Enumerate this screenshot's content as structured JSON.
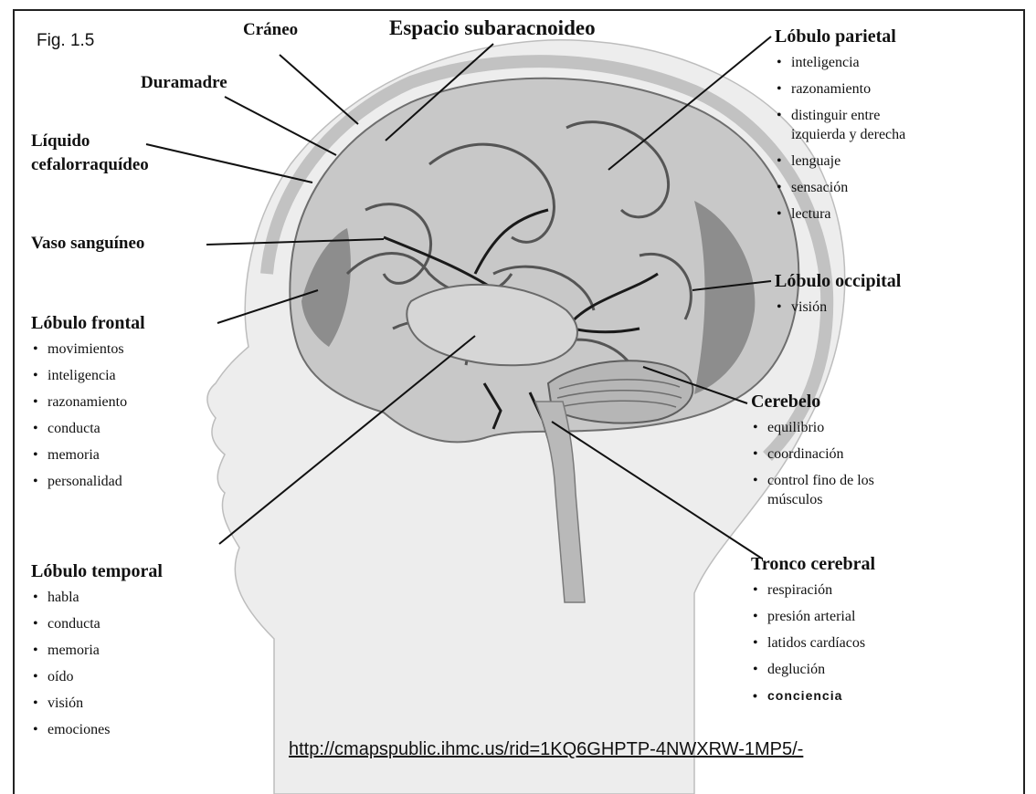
{
  "figure_label": "Fig. 1.5",
  "source_url": "http://cmapspublic.ihmc.us/rid=1KQ6GHPTP-4NWXRW-1MP5/-",
  "labels": {
    "craneo": "Cráneo",
    "espacio": "Espacio subaracnoideo",
    "duramadre": "Duramadre",
    "liquido": "Líquido\ncefalorraquídeo",
    "vaso": "Vaso sanguíneo"
  },
  "groups": {
    "parietal": {
      "title": "Lóbulo parietal",
      "items": [
        "inteligencia",
        "razonamiento",
        "distinguir entre\nizquierda y derecha",
        "lenguaje",
        "sensación",
        "lectura"
      ]
    },
    "occipital": {
      "title": "Lóbulo occipital",
      "items": [
        "visión"
      ]
    },
    "cerebelo": {
      "title": "Cerebelo",
      "items": [
        "equilibrio",
        "coordinación",
        "control fino de los\nmúsculos"
      ]
    },
    "tronco": {
      "title": "Tronco cerebral",
      "items": [
        "respiración",
        "presión arterial",
        "latidos cardíacos",
        "deglución",
        "conciencia"
      ]
    },
    "frontal": {
      "title": "Lóbulo frontal",
      "items": [
        "movimientos",
        "inteligencia",
        "razonamiento",
        "conducta",
        "memoria",
        "personalidad"
      ]
    },
    "temporal": {
      "title": "Lóbulo temporal",
      "items": [
        "habla",
        "conducta",
        "memoria",
        "oído",
        "visión",
        "emociones"
      ]
    }
  },
  "colors": {
    "head": "#e9e9e9",
    "skull": "#cfcfcf",
    "brain": "#c4c4c4",
    "cortex": "#8c8c8c",
    "lines": "#111111"
  }
}
